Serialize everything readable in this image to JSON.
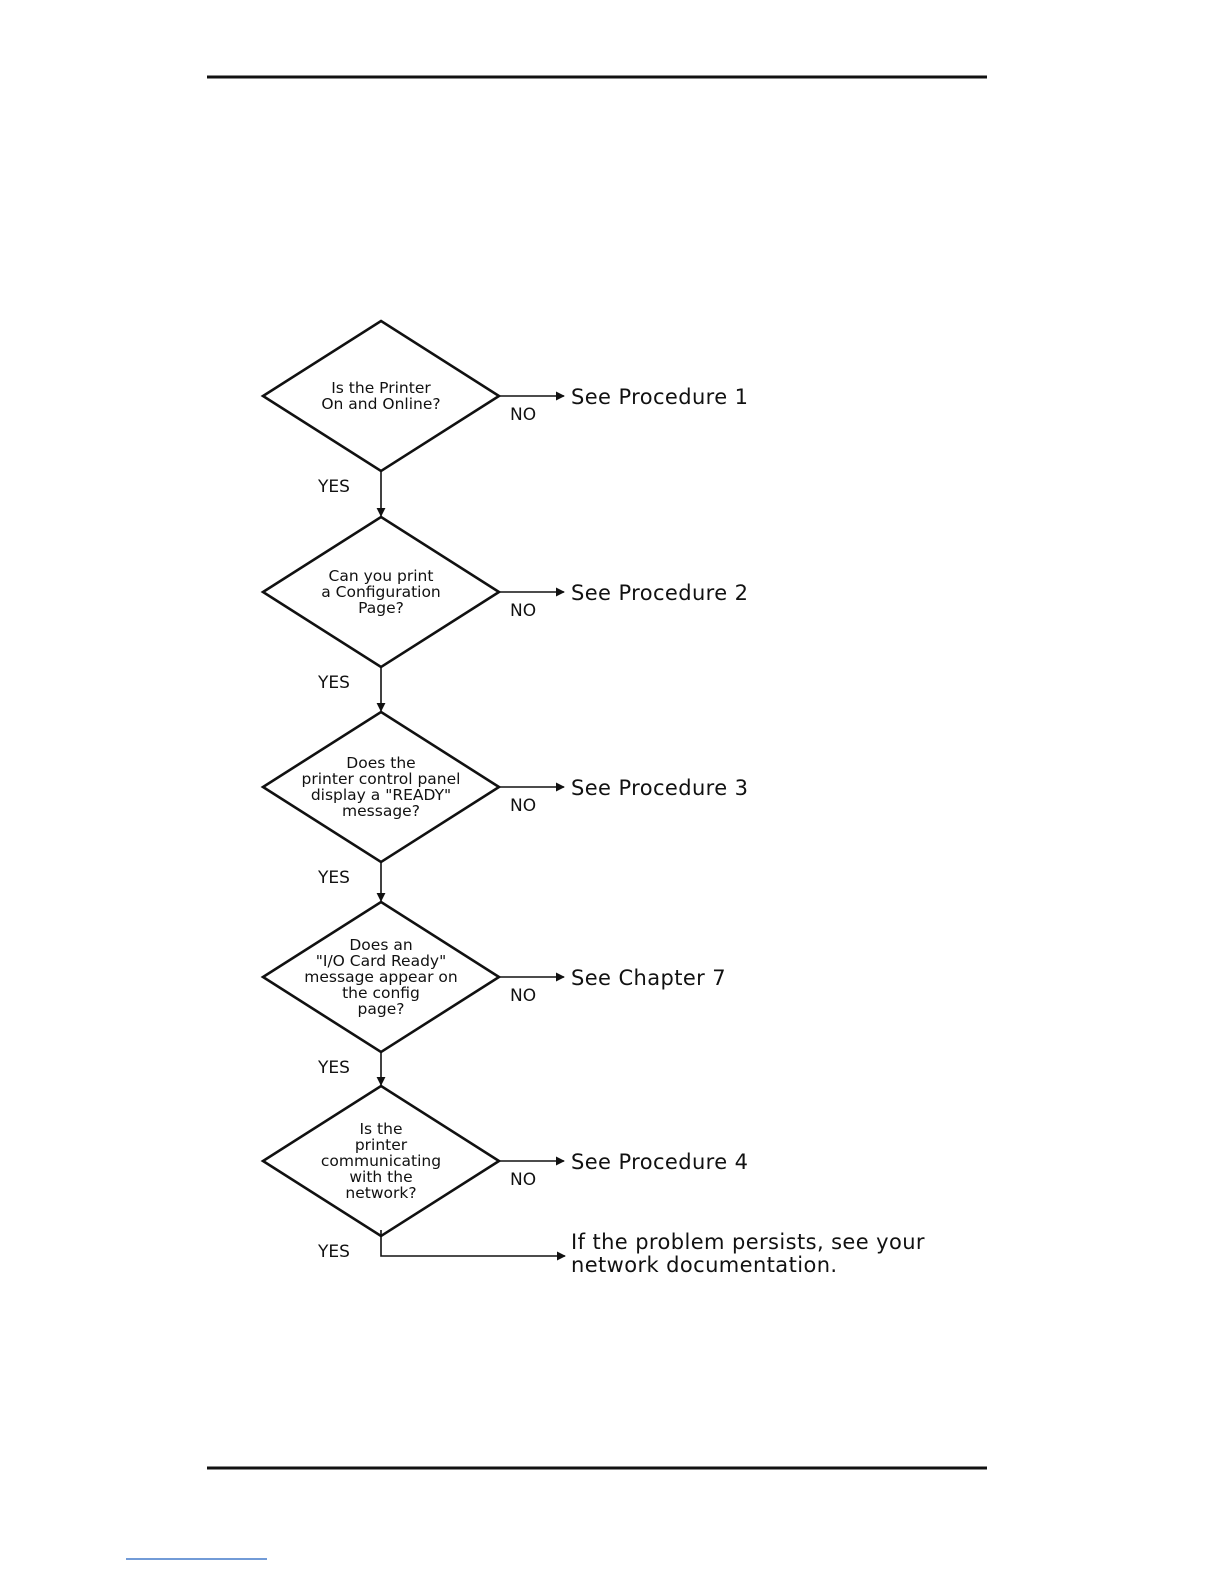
{
  "steps": [
    {
      "question": [
        "Is the Printer",
        "On and Online?"
      ],
      "no_label": "NO",
      "yes_label": "YES",
      "result": "See  Procedure  1"
    },
    {
      "question": [
        "Can you print",
        "a Configuration",
        "Page?"
      ],
      "no_label": "NO",
      "yes_label": "YES",
      "result": "See  Procedure  2"
    },
    {
      "question": [
        "Does the",
        "printer control panel",
        "display a \"READY\"",
        "message?"
      ],
      "no_label": "NO",
      "yes_label": "YES",
      "result": "See  Procedure  3"
    },
    {
      "question": [
        "Does an",
        "\"I/O Card Ready\"",
        "message appear on",
        "the config",
        "page?"
      ],
      "no_label": "NO",
      "yes_label": "YES",
      "result": "See  Chapter  7"
    },
    {
      "question": [
        "Is the",
        "printer",
        "communicating",
        "with the",
        "network?"
      ],
      "no_label": "NO",
      "yes_label": "YES",
      "result": "See  Procedure  4"
    }
  ],
  "final_result": [
    "If  the  problem  persists,  see  your",
    "network  documentation."
  ]
}
